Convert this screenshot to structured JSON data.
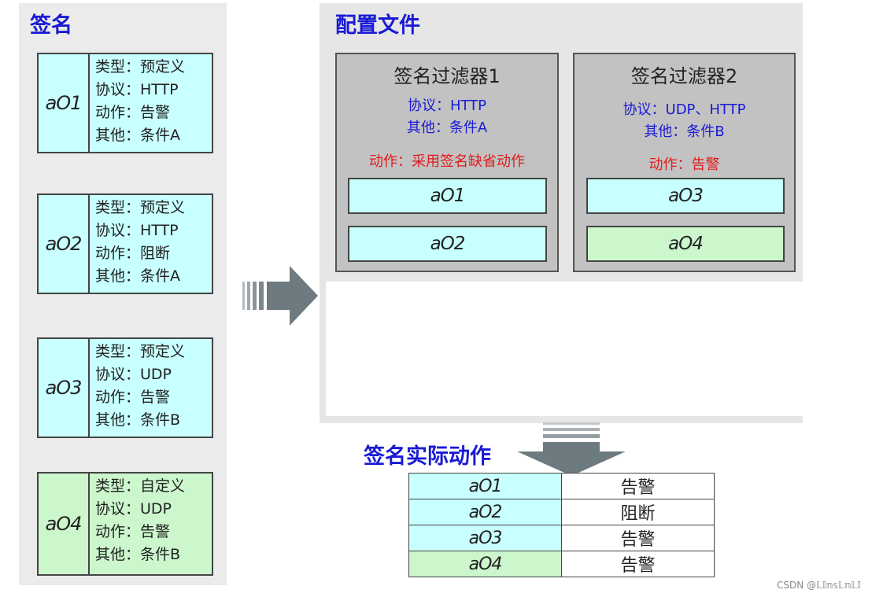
{
  "signatures_panel": {
    "title": "签名",
    "cards": [
      {
        "id": "aO1",
        "color": "#c8ffff",
        "attrs": [
          "类型：预定义",
          "协议：HTTP",
          "动作：告警",
          "其他：条件A"
        ]
      },
      {
        "id": "aO2",
        "color": "#c8ffff",
        "attrs": [
          "类型：预定义",
          "协议：HTTP",
          "动作：阻断",
          "其他：条件A"
        ]
      },
      {
        "id": "aO3",
        "color": "#c8ffff",
        "attrs": [
          "类型：预定义",
          "协议：UDP",
          "动作：告警",
          "其他：条件B"
        ]
      },
      {
        "id": "aO4",
        "color": "#ccf6cc",
        "attrs": [
          "类型：自定义",
          "协议：UDP",
          "动作：告警",
          "其他：条件B"
        ]
      }
    ]
  },
  "config_panel": {
    "title": "配置文件",
    "filters": [
      {
        "title": "签名过滤器1",
        "protocol": "协议：HTTP",
        "other": "其他：条件A",
        "action": "动作：采用签名缺省动作",
        "signatures": [
          {
            "id": "aO1",
            "color": "#c8ffff"
          },
          {
            "id": "aO2",
            "color": "#c8ffff"
          }
        ]
      },
      {
        "title": "签名过滤器2",
        "protocol": "协议：UDP、HTTP",
        "other": "其他：条件B",
        "action": "动作：告警",
        "signatures": [
          {
            "id": "aO3",
            "color": "#c8ffff"
          },
          {
            "id": "aO4",
            "color": "#ccf6cc"
          }
        ]
      }
    ]
  },
  "result": {
    "title": "签名实际动作",
    "rows": [
      {
        "id": "aO1",
        "action": "告警",
        "color": "#c8ffff"
      },
      {
        "id": "aO2",
        "action": "阻断",
        "color": "#c8ffff"
      },
      {
        "id": "aO3",
        "action": "告警",
        "color": "#c8ffff"
      },
      {
        "id": "aO4",
        "action": "告警",
        "color": "#ccf6cc"
      }
    ]
  },
  "colors": {
    "title_blue": "#1a1ad6",
    "action_red": "#e01b1b",
    "signature_cyan": "#c8ffff",
    "signature_green": "#ccf6cc",
    "arrow_gray": "#6d7a80"
  },
  "watermark": "CSDN @𝕃𝕀𝕟𝕤𝕃𝕟𝕃𝕀"
}
